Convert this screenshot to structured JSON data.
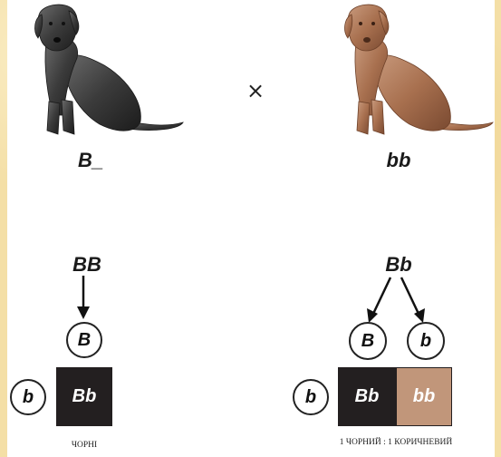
{
  "parents": {
    "left": {
      "genotype": "B_",
      "color": "#3a3a3a",
      "icon": "black-labrador"
    },
    "right": {
      "genotype": "bb",
      "color": "#a0674a",
      "icon": "brown-labrador"
    },
    "cross_symbol": "×"
  },
  "left_cross": {
    "parent_genotype": "BB",
    "gamete": "B",
    "partner_gamete": "b",
    "offspring": [
      {
        "genotype": "Bb",
        "fill": "#231f20"
      }
    ],
    "caption": "ЧОРНІ"
  },
  "right_cross": {
    "parent_genotype": "Bb",
    "gametes": [
      "B",
      "b"
    ],
    "partner_gamete": "b",
    "offspring": [
      {
        "genotype": "Bb",
        "fill": "#231f20"
      },
      {
        "genotype": "bb",
        "fill": "#c1967a"
      }
    ],
    "caption": "1 ЧОРНИЙ : 1 КОРИЧНЕВИЙ"
  }
}
